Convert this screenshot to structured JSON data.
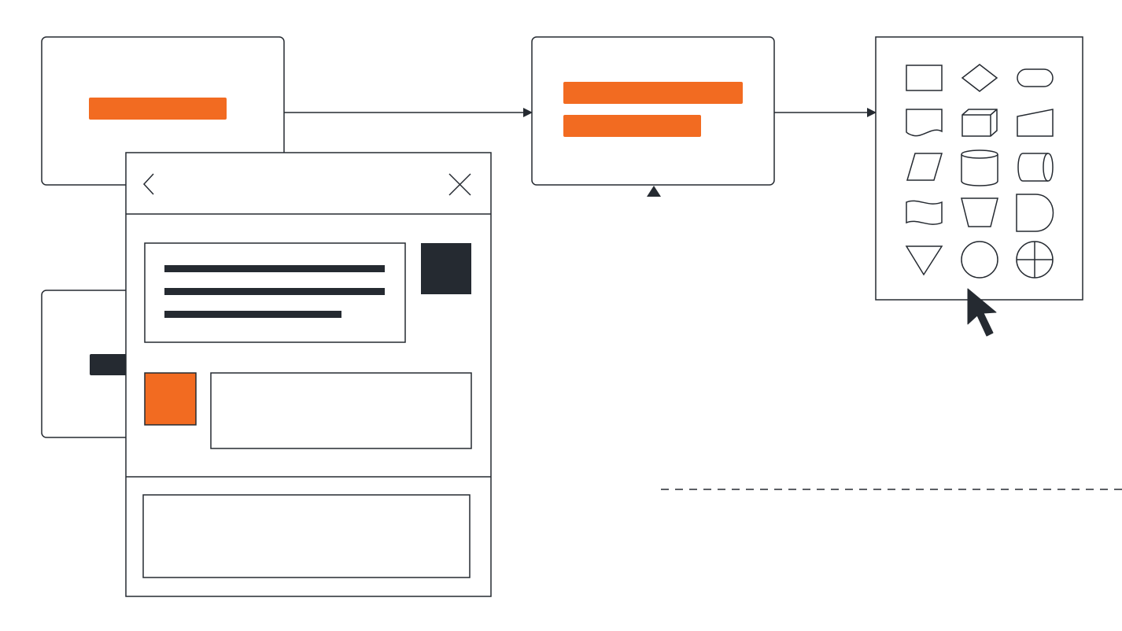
{
  "colors": {
    "stroke": "#252a31",
    "accent": "#f26b21",
    "dark": "#252a31",
    "background": "#ffffff"
  },
  "icons": {
    "panel_back": "chevron-left-icon",
    "panel_close": "close-icon",
    "cursor": "mouse-pointer-icon"
  },
  "shape_palette": [
    [
      "process",
      "decision",
      "terminator"
    ],
    [
      "document",
      "internal-storage",
      "manual-input"
    ],
    [
      "data",
      "database",
      "direct-access-storage"
    ],
    [
      "punched-tape",
      "manual-operation",
      "delay"
    ],
    [
      "merge",
      "connector",
      "summing-junction"
    ]
  ],
  "connections": [
    {
      "from": "card-top-left",
      "to": "card-center",
      "style": "solid"
    },
    {
      "from": "card-center",
      "to": "shape-palette",
      "style": "solid"
    },
    {
      "from": "offscreen-right",
      "to": "card-center",
      "style": "dashed"
    }
  ]
}
